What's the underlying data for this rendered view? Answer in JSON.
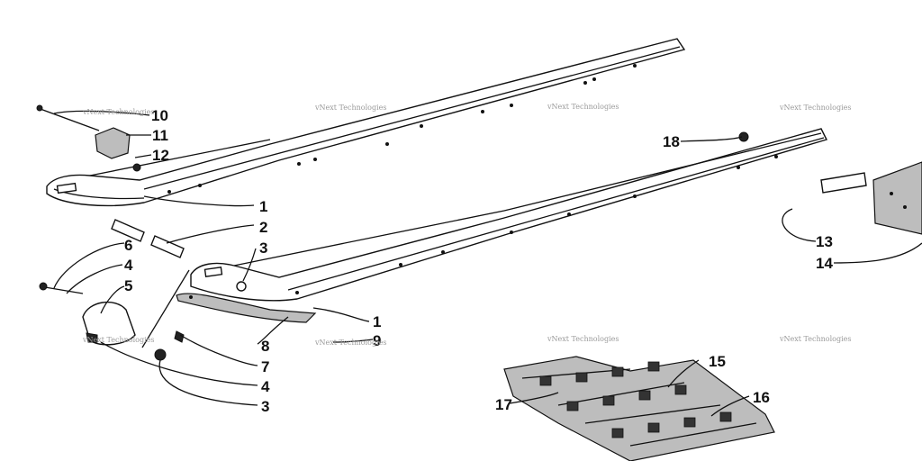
{
  "callouts": [
    {
      "id": "c10",
      "text": "10"
    },
    {
      "id": "c11",
      "text": "11"
    },
    {
      "id": "c12",
      "text": "12"
    },
    {
      "id": "c1a",
      "text": "1"
    },
    {
      "id": "c2",
      "text": "2"
    },
    {
      "id": "c3a",
      "text": "3"
    },
    {
      "id": "c6",
      "text": "6"
    },
    {
      "id": "c4a",
      "text": "4"
    },
    {
      "id": "c5",
      "text": "5"
    },
    {
      "id": "c1b",
      "text": "1"
    },
    {
      "id": "c9",
      "text": "9"
    },
    {
      "id": "c8",
      "text": "8"
    },
    {
      "id": "c7",
      "text": "7"
    },
    {
      "id": "c4b",
      "text": "4"
    },
    {
      "id": "c3b",
      "text": "3"
    },
    {
      "id": "c18",
      "text": "18"
    },
    {
      "id": "c13",
      "text": "13"
    },
    {
      "id": "c14",
      "text": "14"
    },
    {
      "id": "c15",
      "text": "15"
    },
    {
      "id": "c16",
      "text": "16"
    },
    {
      "id": "c17",
      "text": "17"
    }
  ],
  "watermark": "vNext Technologies"
}
